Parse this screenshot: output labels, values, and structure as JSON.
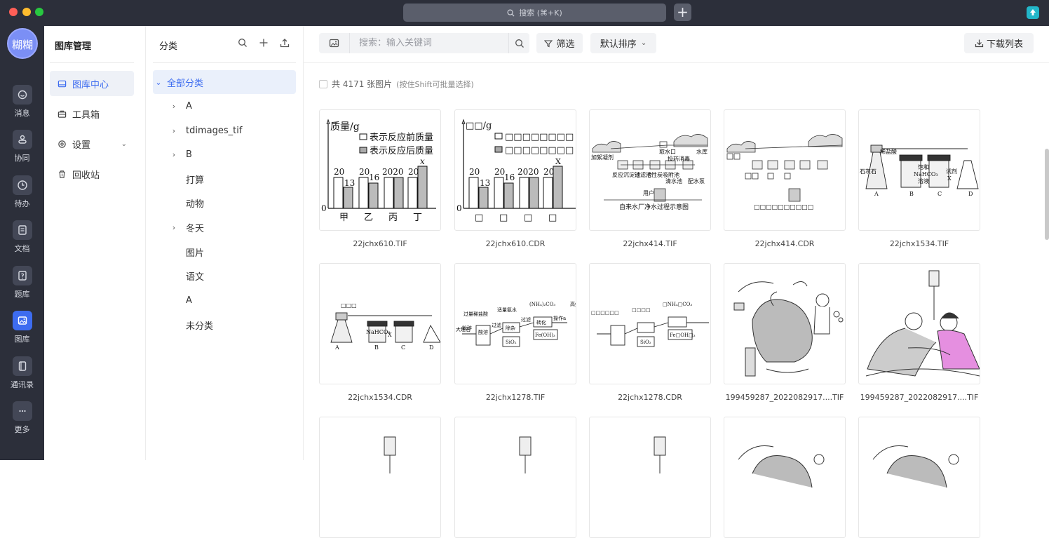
{
  "titlebar": {
    "search_text": "搜索 (⌘+K)"
  },
  "rail": {
    "avatar_text": "糊糊",
    "items": [
      {
        "label": "消息",
        "icon": "message-icon"
      },
      {
        "label": "协同",
        "icon": "collab-icon"
      },
      {
        "label": "待办",
        "icon": "clock-icon"
      },
      {
        "label": "文档",
        "icon": "document-icon"
      },
      {
        "label": "题库",
        "icon": "question-bank-icon"
      },
      {
        "label": "图库",
        "icon": "gallery-icon",
        "active": true
      },
      {
        "label": "通讯录",
        "icon": "contacts-icon"
      },
      {
        "label": "更多",
        "icon": "more-icon"
      }
    ]
  },
  "nav": {
    "title": "图库管理",
    "items": [
      {
        "label": "图库中心",
        "active": true
      },
      {
        "label": "工具箱"
      },
      {
        "label": "设置"
      },
      {
        "label": "回收站"
      }
    ]
  },
  "category": {
    "title": "分类",
    "root": "全部分类",
    "items": [
      {
        "label": "A",
        "expandable": true
      },
      {
        "label": "tdimages_tif",
        "expandable": true
      },
      {
        "label": "B",
        "expandable": true
      },
      {
        "label": "打算",
        "expandable": false
      },
      {
        "label": "动物",
        "expandable": false
      },
      {
        "label": "冬天",
        "expandable": true
      },
      {
        "label": "图片",
        "expandable": false
      },
      {
        "label": "语文",
        "expandable": false
      },
      {
        "label": "A",
        "expandable": false
      },
      {
        "label": "未分类",
        "expandable": false
      }
    ]
  },
  "toolbar": {
    "search_placeholder": "搜索：输入关键词",
    "filter_label": "筛选",
    "sort_label": "默认排序",
    "download_label": "下载列表"
  },
  "summary": {
    "count_text": "共 4171 张图片",
    "hint": "(按住Shift可批量选择)"
  },
  "images": [
    {
      "name": "22jchx610.TIF",
      "kind": "bar"
    },
    {
      "name": "22jchx610.CDR",
      "kind": "bar-cdr"
    },
    {
      "name": "22jchx414.TIF",
      "kind": "water"
    },
    {
      "name": "22jchx414.CDR",
      "kind": "water-cdr"
    },
    {
      "name": "22jchx1534.TIF",
      "kind": "lab"
    },
    {
      "name": "22jchx1534.CDR",
      "kind": "lab-cdr"
    },
    {
      "name": "22jchx1278.TIF",
      "kind": "flow"
    },
    {
      "name": "22jchx1278.CDR",
      "kind": "flow-cdr"
    },
    {
      "name": "199459287_2022082917....TIF",
      "kind": "dentist"
    },
    {
      "name": "199459287_2022082917....TIF",
      "kind": "nurse"
    },
    {
      "name": "",
      "kind": "partial-iv"
    },
    {
      "name": "",
      "kind": "partial-iv"
    },
    {
      "name": "",
      "kind": "partial-iv"
    },
    {
      "name": "",
      "kind": "partial-dentist"
    },
    {
      "name": "",
      "kind": "partial-dentist"
    }
  ],
  "thumb_text": {
    "bar": {
      "ylabel": "质量/g",
      "legend": [
        "表示反应前质量",
        "表示反应后质量"
      ],
      "data_labels": [
        "20",
        "13",
        "20",
        "16",
        "2020",
        "20",
        "x"
      ],
      "categories": [
        "甲",
        "乙",
        "丙",
        "丁"
      ],
      "origin": "0"
    },
    "bar_cdr": {
      "ylabel": "□□/g",
      "legend": [
        "□□□□□□□□",
        "□□□□□□□□"
      ],
      "data_labels": [
        "20",
        "13",
        "20",
        "16",
        "2020",
        "20",
        "X"
      ],
      "categories": [
        "□",
        "□",
        "□",
        "□"
      ],
      "origin": "0"
    },
    "water": {
      "labels": [
        "取水口",
        "水库",
        "投药消毒",
        "加絮凝剂",
        "反应沉淀池",
        "过滤池",
        "活性炭吸附池",
        "清水池",
        "配水泵",
        "用户",
        "自来水厂净水过程示意图"
      ]
    },
    "water_cdr": {
      "caption": "□□□□□□□□□□"
    },
    "lab": {
      "labels": [
        "稀盐酸",
        "石灰石",
        "饱和",
        "NaHCO₃",
        "溶液",
        "试剂",
        "X",
        "A",
        "B",
        "C",
        "D"
      ]
    },
    "lab_cdr": {
      "labels": [
        "□□□",
        "A",
        "B",
        "C",
        "D",
        "NaHCO₃",
        "X"
      ]
    },
    "flow": {
      "labels": [
        "(NH₄)₂CO₃",
        "过量稀盐酸",
        "适量氨水",
        "大理石",
        "粉碎",
        "酸溶",
        "过滤",
        "除杂",
        "过滤",
        "转化",
        "操作a",
        "SiO₂",
        "Fe(OH)₃",
        "高纯碳酸钙"
      ]
    },
    "flow_cdr": {
      "labels": [
        "□NH₄□CO₃",
        "SiO₂",
        "Fe□OH□₃",
        "□□□□□□",
        "□□□□"
      ]
    }
  }
}
